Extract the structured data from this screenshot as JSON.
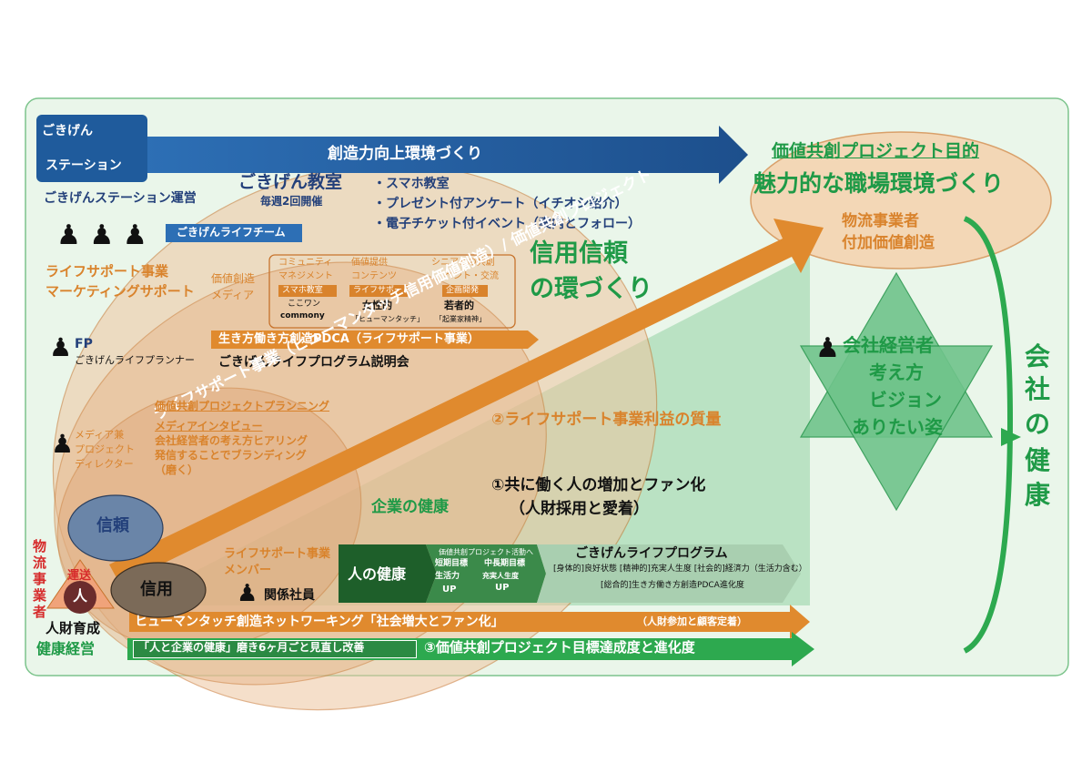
{
  "station": {
    "line1": "ごきげん",
    "line2": "ステーション",
    "operation": "ごきげんステーション運営"
  },
  "top_arrow": {
    "label": "創造力向上環境づくり"
  },
  "goal": {
    "title": "価値共創プロジェクト目的",
    "main": "魅力的な職場環境づくり",
    "sub1": "物流事業者",
    "sub2": "付加価値創造"
  },
  "classroom": {
    "title": "ごきげん教室",
    "sub": "毎週2回開催",
    "items": [
      "・スマホ教室",
      "・プレゼント付アンケート（イチオシ紹介）",
      "・電子チケット付イベント（案内とフォロー）"
    ]
  },
  "team_label": "ごきげんライフチーム",
  "lifesupport_marketing": {
    "line1": "ライフサポート事業",
    "line2": "マーケティングサポート"
  },
  "trust_ring": {
    "line1": "信用信頼",
    "line2": "の環づくり"
  },
  "value_media": {
    "line1": "価値創造",
    "line2": "メディア"
  },
  "panels": [
    {
      "h1": "コミュニティ",
      "h2": "マネジメント",
      "tag": "スマホ教室",
      "t2": "ここワン",
      "t3": "commony"
    },
    {
      "h1": "価値提供",
      "h2": "コンテンツ",
      "tag": "ライフサポート",
      "t2": "女性的",
      "t3": "「ヒューマンタッチ」"
    },
    {
      "h1": "シニアとの共創",
      "h2": "イベント・交流",
      "tag": "企画開発",
      "t2": "若者的",
      "t3": "「起業家精神」"
    }
  ],
  "pdca_bar": "生き方働き方創造PDCA（ライフサポート事業）",
  "program_briefing": "ごきげんライフプログラム説明会",
  "fp": {
    "title": "FP",
    "sub": "ごきげんライフプランナー"
  },
  "diagonal_arrow": "ライフサポート事業（ヒューマンタッチ信用価値創造）/ 価値共創プロジェクト",
  "director": {
    "line1": "メディア兼",
    "line2": "プロジェクト",
    "line3": "ディレクター"
  },
  "planning": {
    "title": "価値共創プロジェクトプランニング",
    "sub": "メディアインタビュー",
    "lines": [
      "会社経営者の考え方ヒアリング",
      "発信することでブランディング",
      "（磨く）"
    ]
  },
  "quality": "②ライフサポート事業利益の質量",
  "fan": {
    "line1": "①共に働く人の増加とファン化",
    "line2": "（人財採用と愛着）"
  },
  "corp_health": "企業の健康",
  "star": {
    "line1": "会社経営者",
    "line2": "考え方",
    "line3": "ビジョン",
    "line4": "ありたい姿"
  },
  "company_health": [
    "会",
    "社",
    "の",
    "健",
    "康"
  ],
  "circles": {
    "trust": "信頼",
    "credit": "信用"
  },
  "logistics_vertical": [
    "物",
    "流",
    "事",
    "業",
    "者"
  ],
  "transport": "運送",
  "person": "人",
  "hr_dev": "人財育成",
  "health_mgmt": "健康経営",
  "members": {
    "line1": "ライフサポート事業",
    "line2": "メンバー"
  },
  "related_staff": "関係社員",
  "people_health": "人の健康",
  "project_activity": {
    "title": "価値共創プロジェクト活動へ",
    "s1a": "短期目標",
    "s1b": "生活力",
    "s1c": "UP",
    "s2a": "中長期目標",
    "s2b": "充実人生度",
    "s2c": "UP"
  },
  "program": {
    "title": "ごきげんライフプログラム",
    "rows": [
      "[身体的]良好状態 [精神的]充実人生度 [社会的]経済力（生活力含む）",
      "[総合的]生き方働き方創造PDCA進化度"
    ]
  },
  "networking": {
    "main": "ヒューマンタッチ創造ネットワーキング「社会増大とファン化」",
    "sub": "（人財参加と顧客定着）"
  },
  "bottom": {
    "box": "「人と企業の健康」磨き6ヶ月ごと見直し改善",
    "label": "③価値共創プロジェクト目標達成度と進化度"
  },
  "colors": {
    "orange": "#e08a2e",
    "green": "#2da94f",
    "navy": "#1f5b9c",
    "panel_bg": "#eaf6ea"
  }
}
